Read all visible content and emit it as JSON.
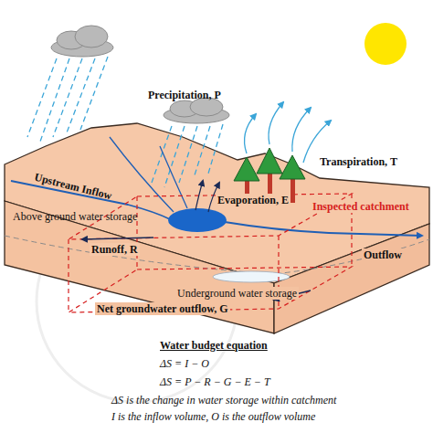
{
  "diagram": {
    "labels": [
      "Precipitation, P",
      "Transpiration, T",
      "Upstream Inflow",
      "Above ground water storage",
      "Evaporation, E",
      "Inspected catchment",
      "Runoff, R",
      "Outflow",
      "Underground water storage",
      "Net groundwater outflow, G",
      "Water budget equation",
      "ΔS = I − O",
      "ΔS = P − R − G − E − T",
      "ΔS is the change in water storage within catchment",
      "I is the inflow volume, O is the outflow volume"
    ]
  }
}
